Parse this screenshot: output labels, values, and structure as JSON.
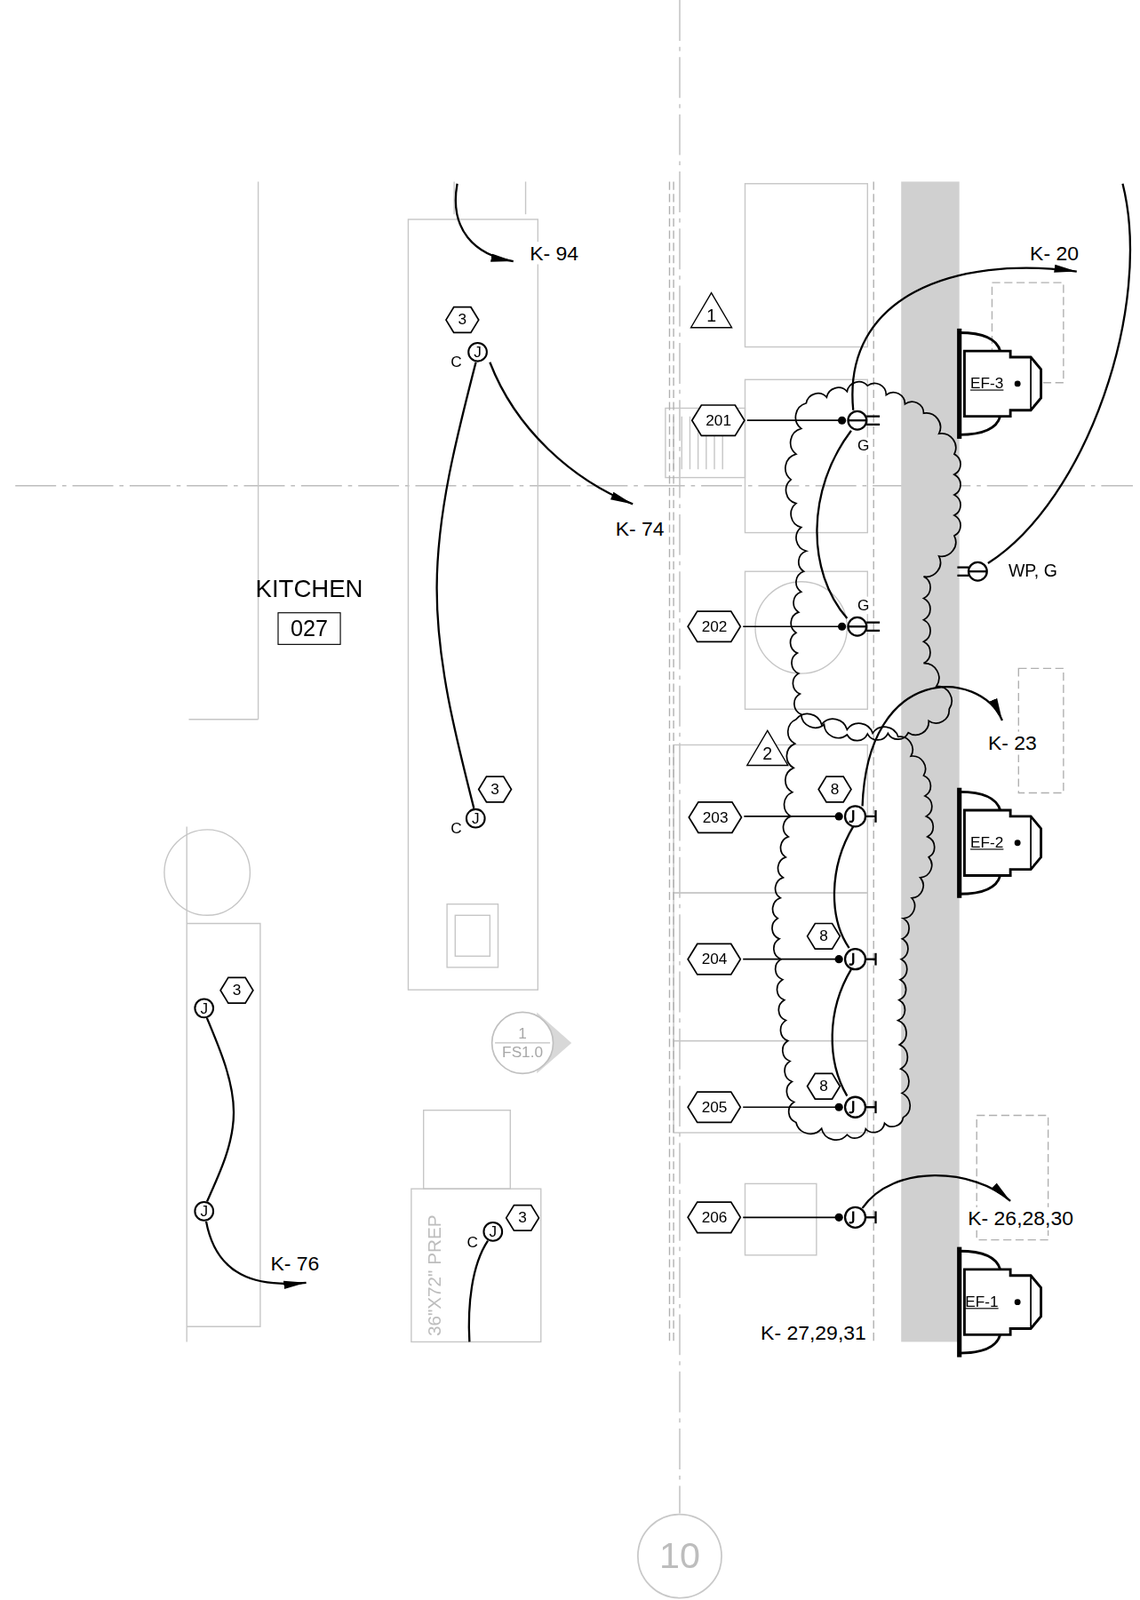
{
  "diagram": {
    "nodes": [
      {
        "text": [
          "1"
        ]
      },
      {
        "text": [
          "3"
        ]
      },
      {
        "text": [
          "J"
        ]
      },
      {
        "text": [
          "201"
        ]
      },
      {
        "text": [
          "KITCHEN",
          "027"
        ]
      },
      {
        "text": [
          "202"
        ]
      },
      {
        "text": [
          "2"
        ]
      },
      {
        "text": [
          "3"
        ]
      },
      {
        "text": [
          "8"
        ]
      },
      {
        "text": [
          "J"
        ]
      },
      {
        "text": [
          "203"
        ]
      },
      {
        "text": [
          "8"
        ]
      },
      {
        "text": [
          "204"
        ]
      },
      {
        "text": [
          "3"
        ]
      },
      {
        "text": [
          "J"
        ]
      },
      {
        "text": [
          "1",
          "FS1.0"
        ]
      },
      {
        "text": [
          "8"
        ]
      },
      {
        "text": [
          "205"
        ]
      },
      {
        "text": [
          "J"
        ]
      },
      {
        "text": [
          "3"
        ]
      },
      {
        "text": [
          "206"
        ]
      },
      {
        "text": [
          "J"
        ]
      },
      {
        "text": [
          "10"
        ]
      }
    ],
    "edges": [
      {
        "from": 2,
        "to": 9,
        "arrow": "none"
      },
      {
        "from": 14,
        "to": 18,
        "arrow": "none"
      }
    ],
    "labels": [
      "K- 94",
      "K- 20",
      "C",
      "EF-3",
      "G",
      "K- 74",
      "WP, G",
      "G",
      "K- 23",
      "C",
      "EF-2",
      "K- 26,28,30",
      "C",
      "K- 76",
      "36\"X72\" PREP",
      "EF-1",
      "K- 27,29,31"
    ]
  }
}
